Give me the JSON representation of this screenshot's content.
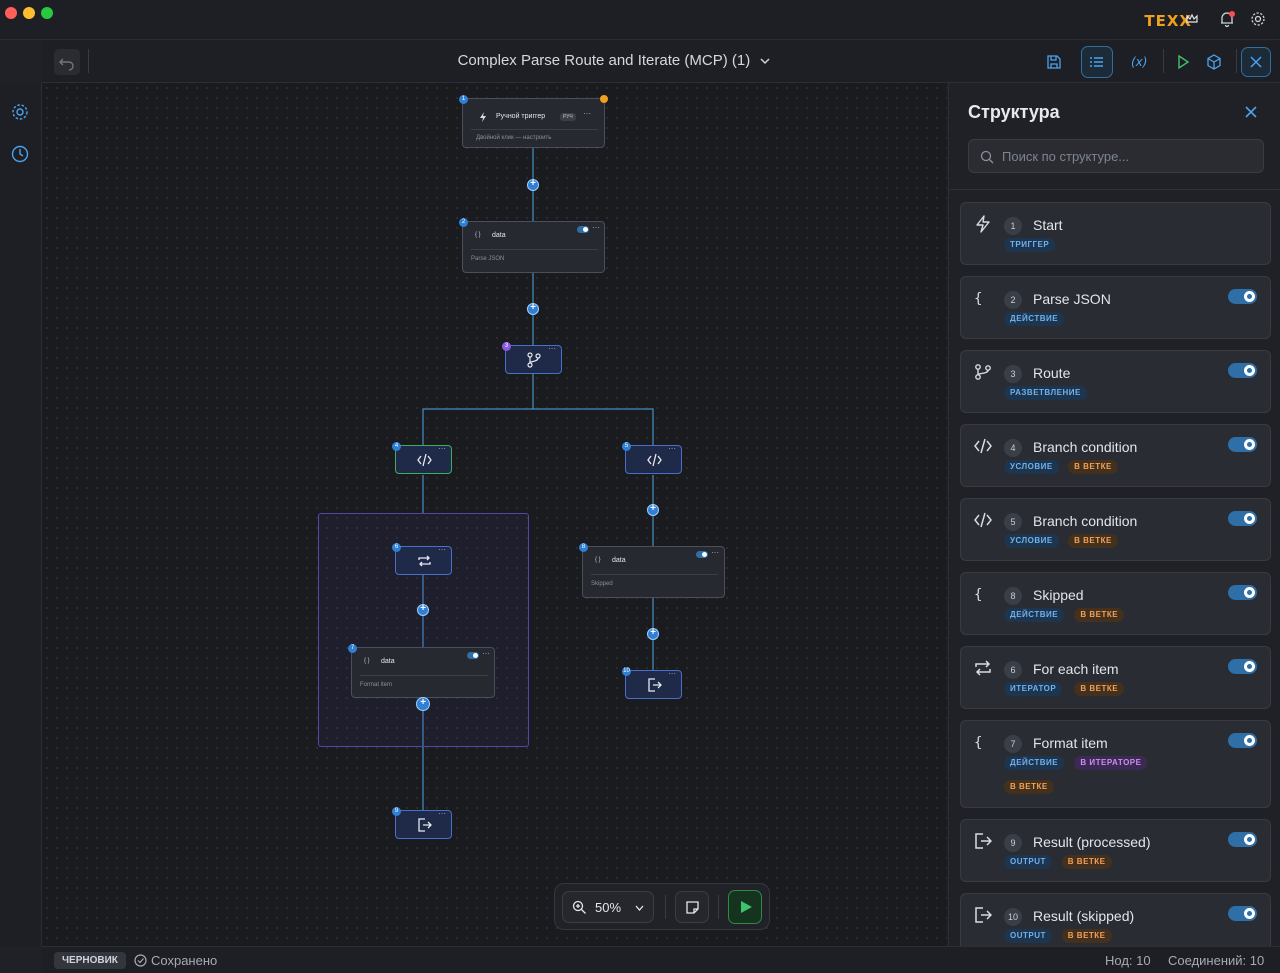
{
  "window": {
    "traffic_colors": [
      "#ff5f57",
      "#febc2e",
      "#28c840"
    ]
  },
  "titlebar": {
    "brand": "TEXX"
  },
  "toolbar": {
    "title": "Complex Parse Route and Iterate (MCP) (1)",
    "accent": "#2f7fd4"
  },
  "canvas": {
    "zoom": "50%",
    "nodes": {
      "n1": {
        "num": "1",
        "title": "Ручной триггер",
        "chip": "РУЧ",
        "hint": "Двойной клик — настроить"
      },
      "n2": {
        "num": "2",
        "title": "data",
        "sub": "Parse JSON"
      },
      "n3": {
        "num": "3"
      },
      "n4": {
        "num": "4"
      },
      "n5": {
        "num": "5"
      },
      "n6": {
        "num": "6"
      },
      "n7": {
        "num": "7",
        "title": "data",
        "sub": "Format item"
      },
      "n8": {
        "num": "8",
        "title": "data",
        "sub": "Skipped"
      },
      "n9": {
        "num": "9"
      },
      "n10": {
        "num": "10"
      }
    }
  },
  "panel": {
    "title": "Структура",
    "search_placeholder": "Поиск по структуре...",
    "items": [
      {
        "num": "1",
        "name": "Start",
        "icon": "bolt-icon",
        "tags": [
          "ТРИГГЕР"
        ],
        "toggle": false
      },
      {
        "num": "2",
        "name": "Parse JSON",
        "icon": "braces-icon",
        "tags": [
          "ДЕЙСТВИЕ"
        ],
        "toggle": true
      },
      {
        "num": "3",
        "name": "Route",
        "icon": "branch-icon",
        "tags": [
          "РАЗВЕТВЛЕНИЕ"
        ],
        "toggle": true
      },
      {
        "num": "4",
        "name": "Branch condition",
        "icon": "code-icon",
        "tags": [
          "УСЛОВИЕ",
          "В ВЕТКЕ"
        ],
        "toggle": true
      },
      {
        "num": "5",
        "name": "Branch condition",
        "icon": "code-icon",
        "tags": [
          "УСЛОВИЕ",
          "В ВЕТКЕ"
        ],
        "toggle": true
      },
      {
        "num": "8",
        "name": "Skipped",
        "icon": "braces-icon",
        "tags": [
          "ДЕЙСТВИЕ",
          "В ВЕТКЕ"
        ],
        "toggle": true
      },
      {
        "num": "6",
        "name": "For each item",
        "icon": "repeat-icon",
        "tags": [
          "ИТЕРАТОР",
          "В ВЕТКЕ"
        ],
        "toggle": true
      },
      {
        "num": "7",
        "name": "Format item",
        "icon": "braces-icon",
        "tags": [
          "ДЕЙСТВИЕ",
          "В ИТЕРАТОРЕ",
          "В ВЕТКЕ"
        ],
        "toggle": true
      },
      {
        "num": "9",
        "name": "Result (processed)",
        "icon": "output-icon",
        "tags": [
          "OUTPUT",
          "В ВЕТКЕ"
        ],
        "toggle": true
      },
      {
        "num": "10",
        "name": "Result (skipped)",
        "icon": "output-icon",
        "tags": [
          "OUTPUT",
          "В ВЕТКЕ"
        ],
        "toggle": true
      }
    ]
  },
  "statusbar": {
    "draft": "ЧЕРНОВИК",
    "saved": "Сохранено",
    "nodes": "Нод: 10",
    "connections": "Соединений: 10"
  }
}
